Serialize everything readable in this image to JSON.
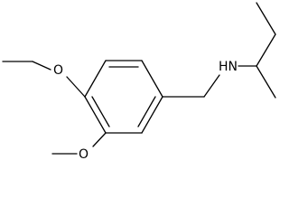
{
  "molecule": {
    "atoms": {
      "amine": "HN",
      "ethoxy_oxygen": "O",
      "methoxy_oxygen": "O"
    }
  },
  "colors": {
    "background": "#ffffff",
    "ink": "#000000"
  }
}
